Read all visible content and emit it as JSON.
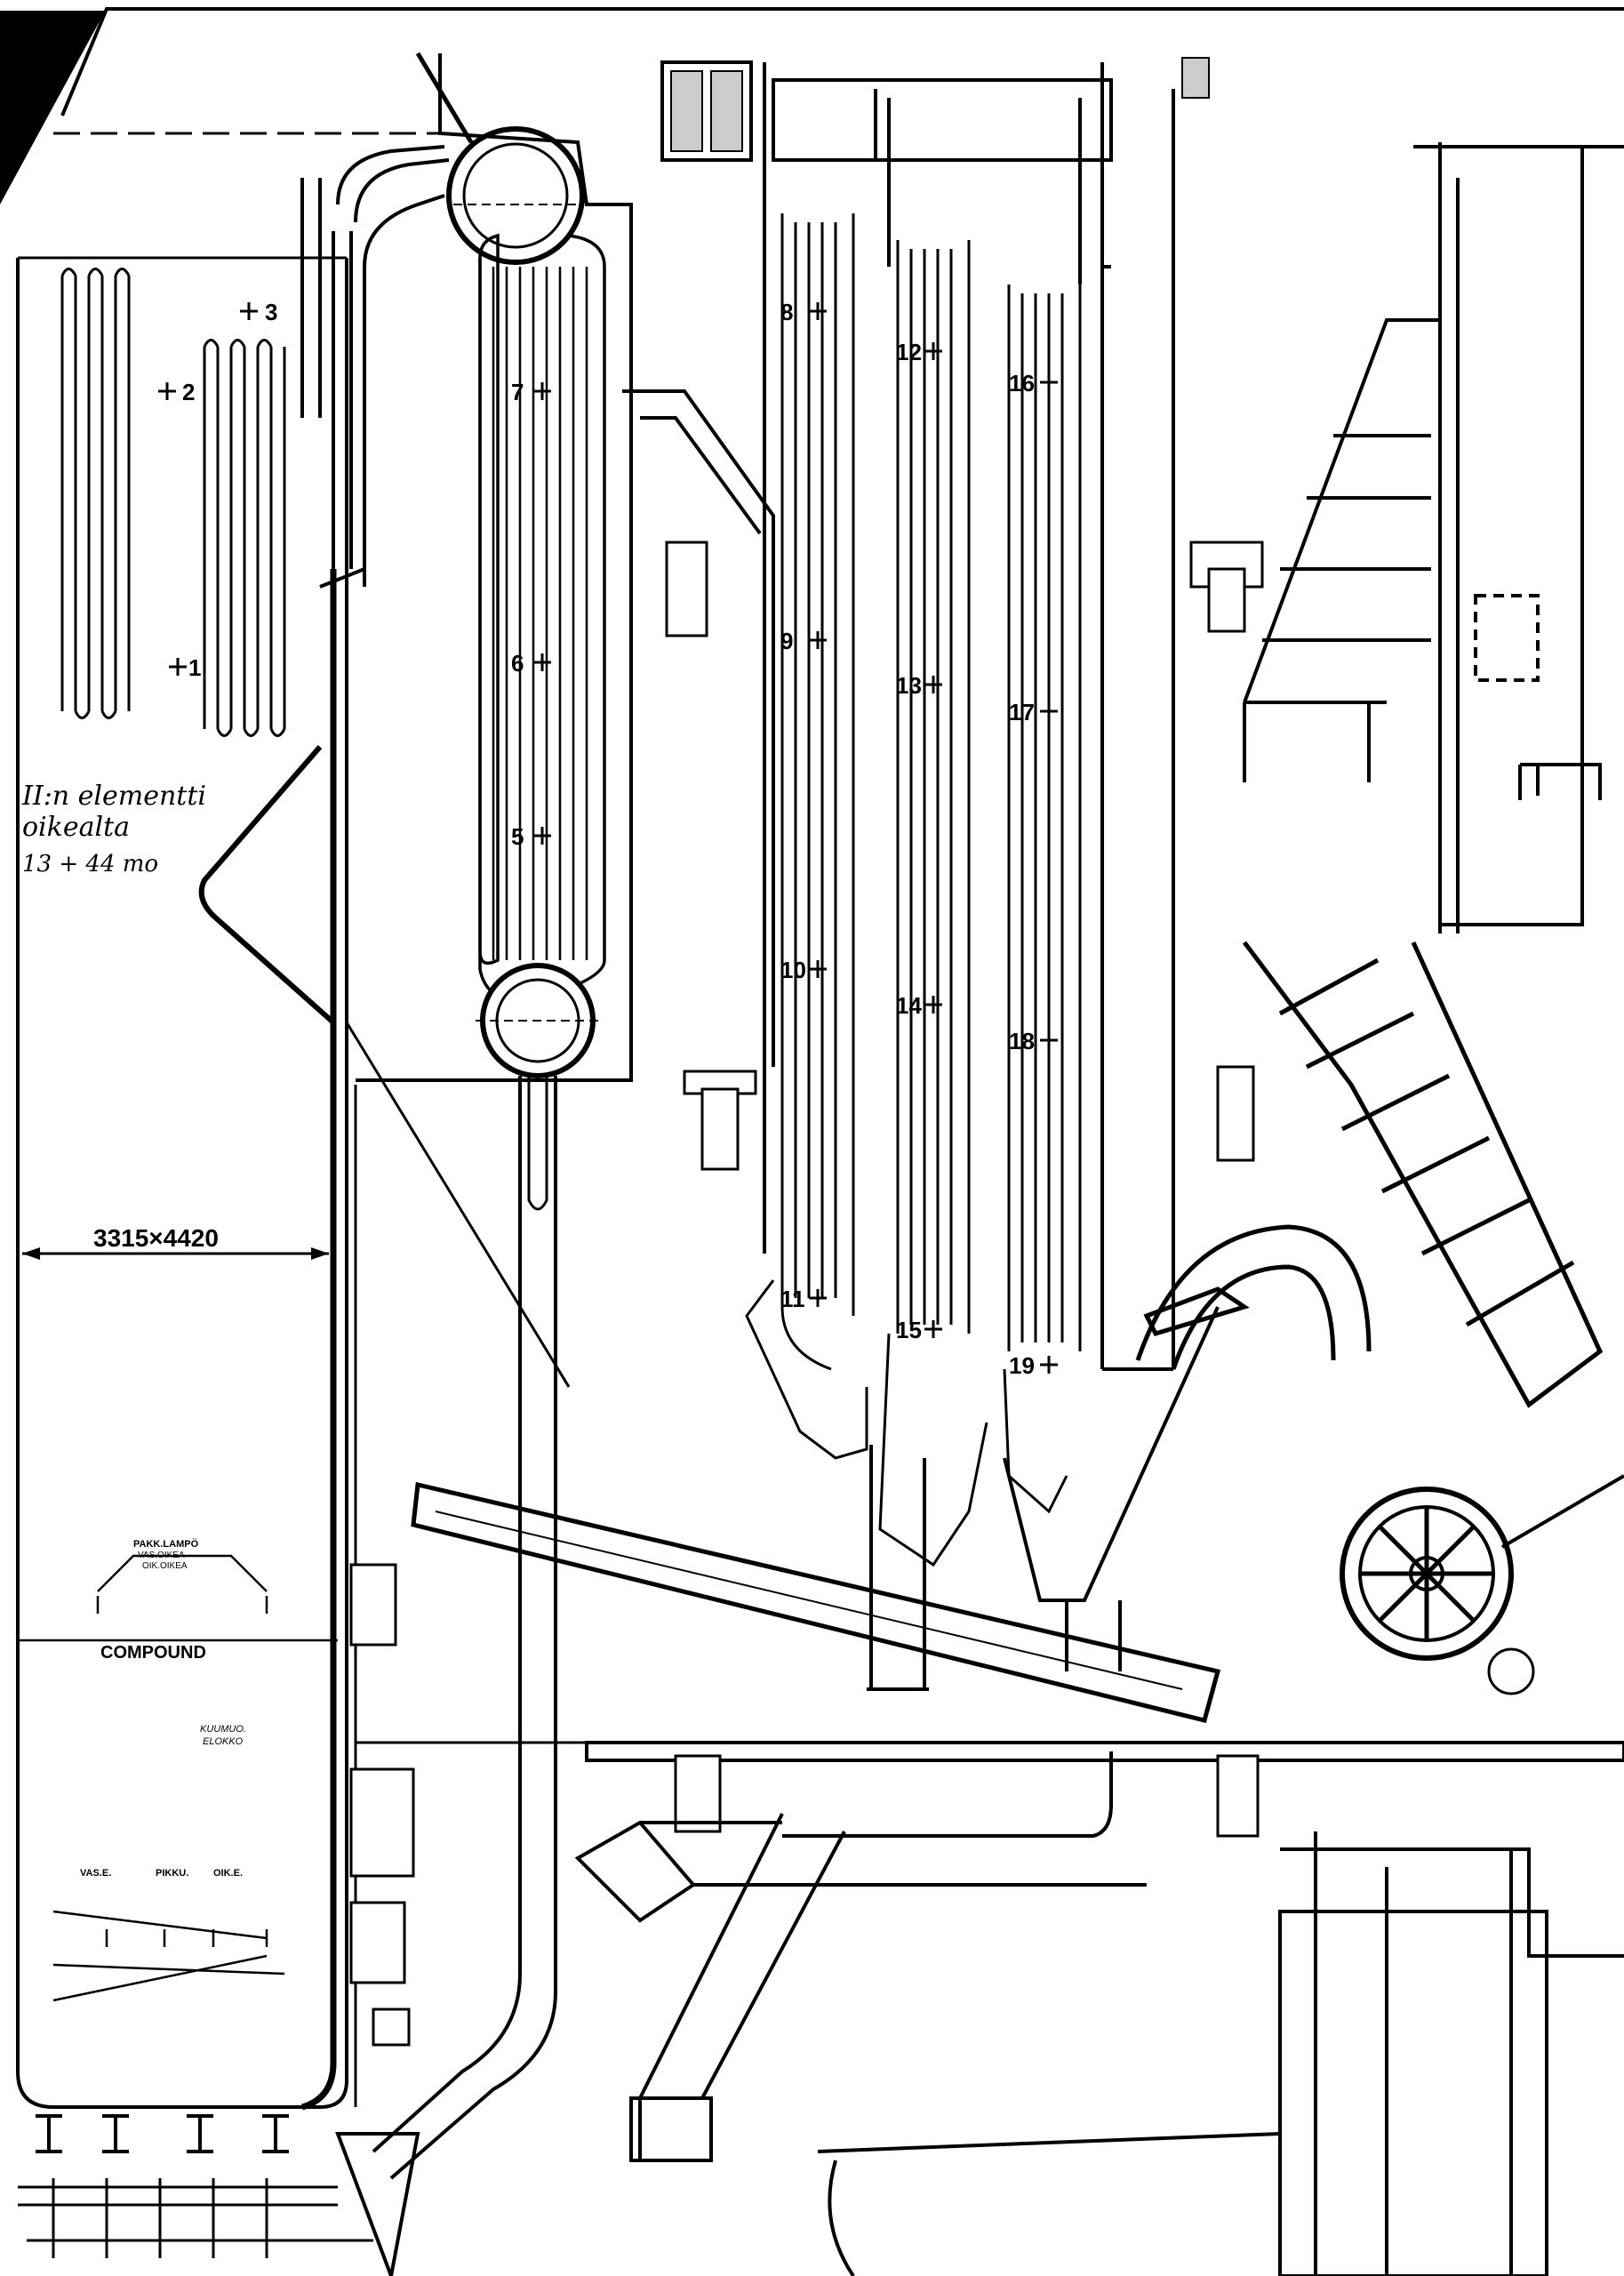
{
  "drawing": {
    "dimension": "3315×4420",
    "compound": "COMPOUND",
    "handwritten_note": [
      "II:n elementti",
      "oikealta",
      "13 + 44 mo"
    ],
    "small_callouts": [
      "PAKK.LAMPÖ",
      "VAS.OIKEA",
      "OIK.OIKEA",
      "KUUMUO.",
      "ELOKKO",
      "VAS.E.",
      "PIKKU.",
      "OIK.E."
    ],
    "measuring_points": [
      "1",
      "2",
      "3",
      "5",
      "6",
      "7",
      "8",
      "9",
      "10",
      "11",
      "12",
      "13",
      "14",
      "15",
      "16",
      "17",
      "18",
      "19"
    ]
  }
}
